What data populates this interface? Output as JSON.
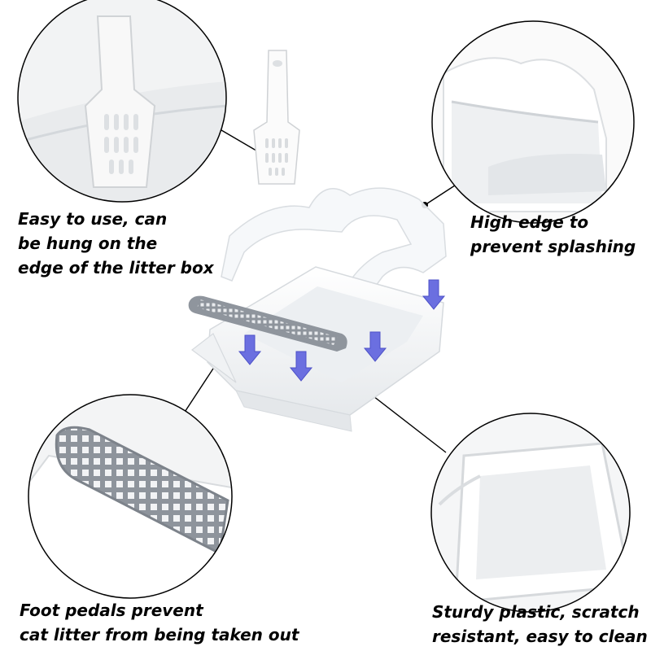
{
  "captions": {
    "scoop": [
      "Easy to use, can",
      "be hung on the",
      "edge of the litter box"
    ],
    "high_edge": [
      "High edge to",
      "prevent splashing"
    ],
    "foot_pedals": [
      "Foot pedals prevent",
      "cat litter from being taken out"
    ],
    "sturdy": [
      "Sturdy plastic, scratch",
      "resistant, easy to clean"
    ]
  },
  "colors": {
    "background": "#ffffff",
    "text": "#000000",
    "plastic": "#f7f8f9",
    "pedal_grey": "#9aa0a8",
    "arrow_blue": "#6b6fe0"
  }
}
